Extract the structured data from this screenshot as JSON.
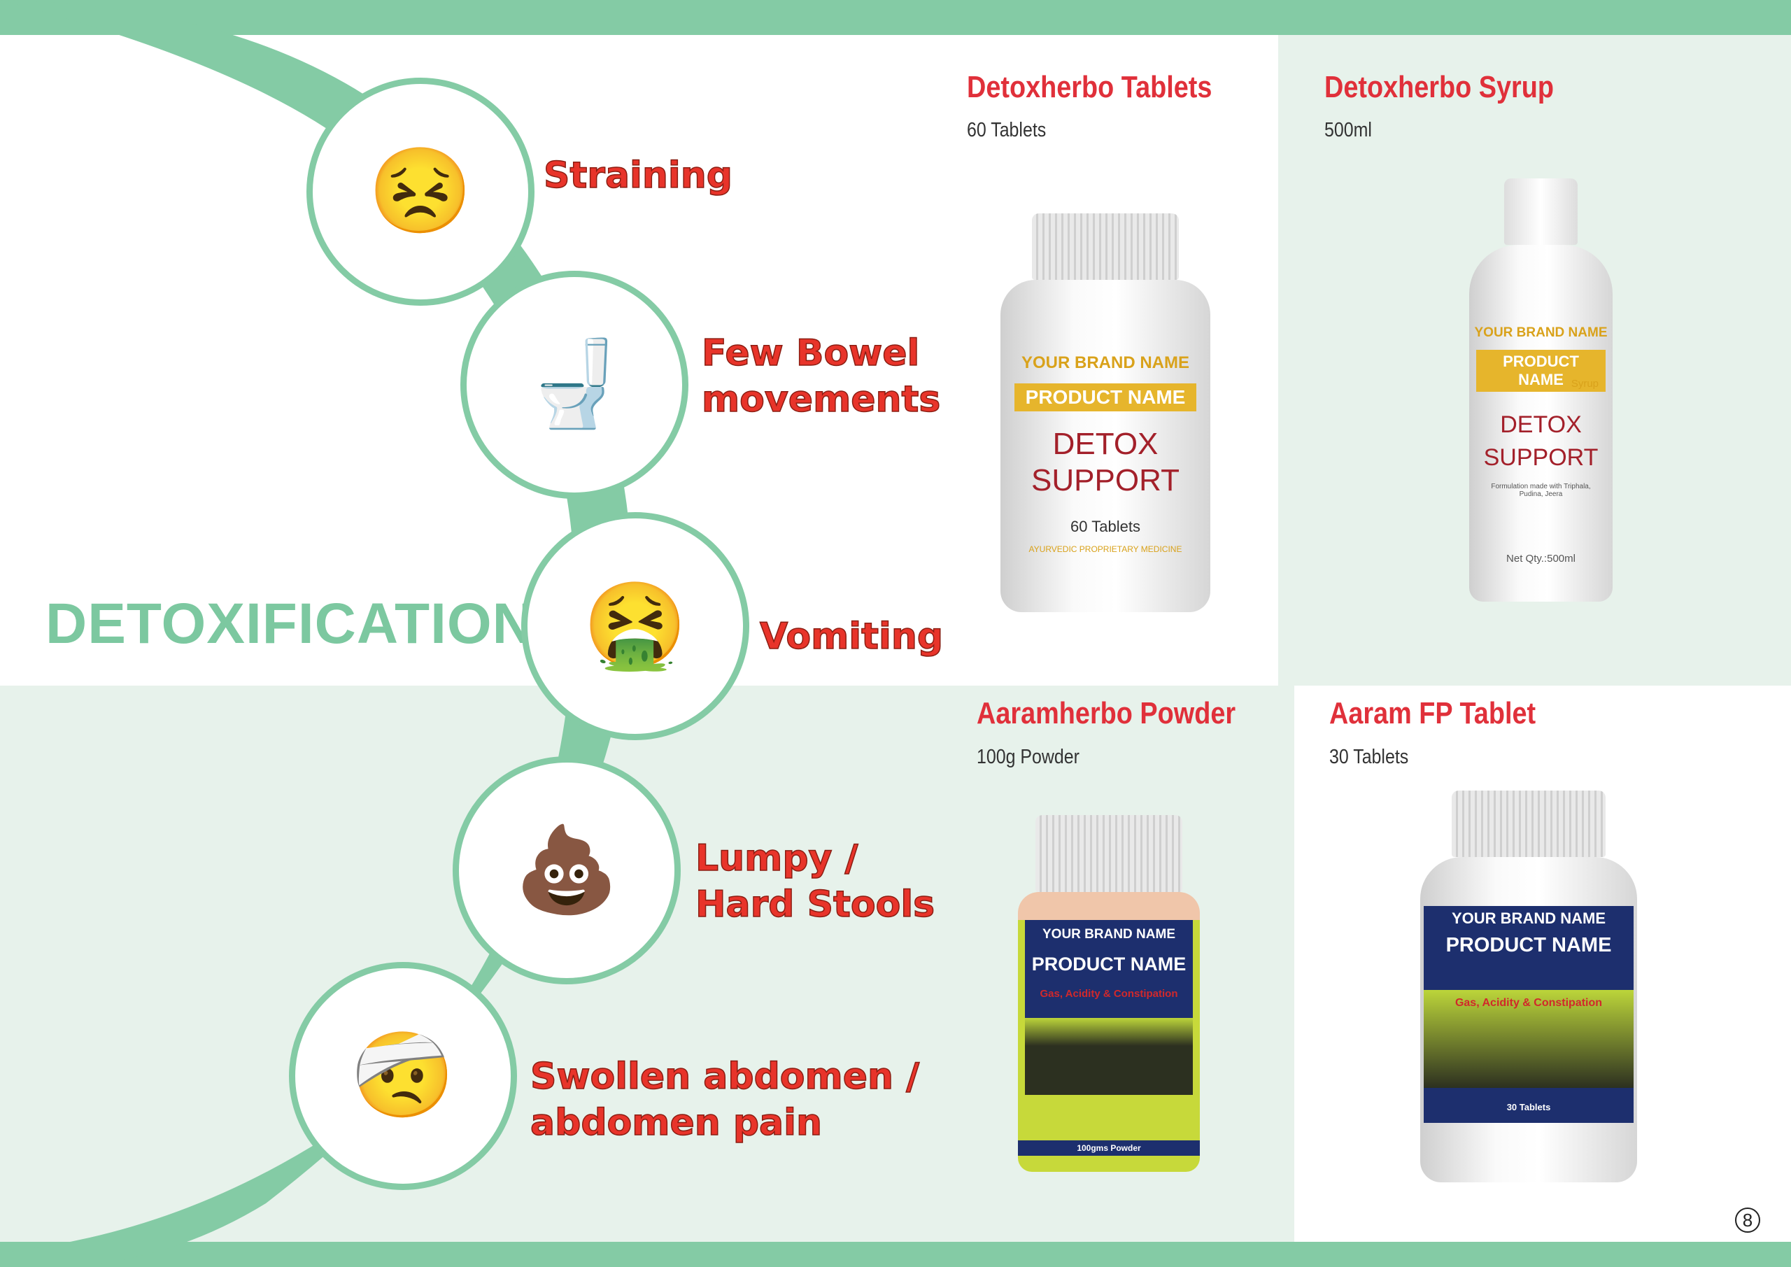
{
  "headline": "DETOXIFICATION",
  "symptoms": [
    {
      "lines": [
        "Straining"
      ],
      "icon": "straining-emoji-icon"
    },
    {
      "lines": [
        "Few Bowel",
        "movements"
      ],
      "icon": "toilet-emoji-icon"
    },
    {
      "lines": [
        "Vomiting"
      ],
      "icon": "vomiting-woman-icon"
    },
    {
      "lines": [
        "Lumpy /",
        "Hard Stools"
      ],
      "icon": "stool-icon"
    },
    {
      "lines": [
        "Swollen abdomen /",
        "abdomen pain"
      ],
      "icon": "abdomen-pain-man-icon"
    }
  ],
  "products": [
    {
      "title": "Detoxherbo Tablets",
      "size": "60 Tablets",
      "label": {
        "brand": "YOUR BRAND NAME",
        "product": "PRODUCT NAME",
        "line1": "DETOX",
        "line2": "SUPPORT",
        "count": "60 Tablets",
        "footer": "AYURVEDIC PROPRIETARY MEDICINE"
      }
    },
    {
      "title": "Detoxherbo Syrup",
      "size": "500ml",
      "label": {
        "brand": "YOUR BRAND NAME",
        "product": "PRODUCT NAME",
        "sub": "Syrup",
        "line1": "DETOX",
        "line2": "SUPPORT",
        "desc": "Formulation made with Triphala, Pudina, Jeera",
        "qty": "Net Qty.:500ml"
      }
    },
    {
      "title": "Aaramherbo Powder",
      "size": "100g Powder",
      "label": {
        "brand": "YOUR BRAND NAME",
        "product": "PRODUCT NAME",
        "desc": "Gas, Acidity & Constipation",
        "footer": "100gms Powder"
      }
    },
    {
      "title": "Aaram FP Tablet",
      "size": "30 Tablets",
      "label": {
        "brand": "YOUR BRAND NAME",
        "product": "PRODUCT NAME",
        "desc": "Gas, Acidity & Constipation",
        "footer": "30 Tablets"
      }
    }
  ],
  "page_number": "8",
  "colors": {
    "green": "#84cba5",
    "panel": "#e7f2eb",
    "title_red": "#e0303a"
  }
}
